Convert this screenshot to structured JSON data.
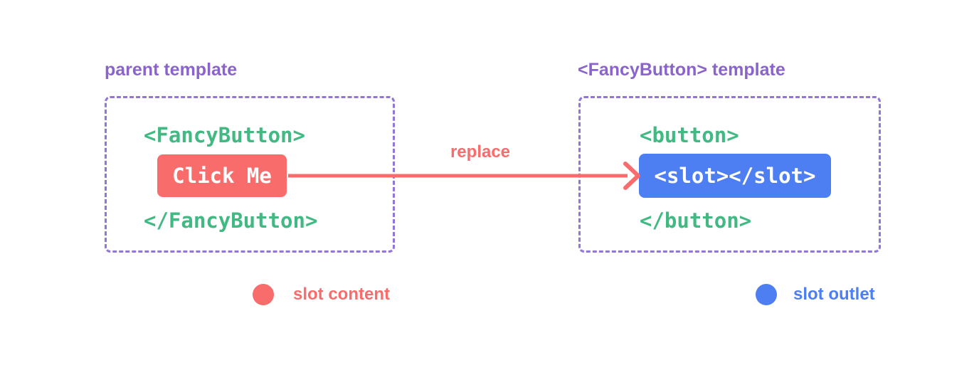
{
  "diagram": {
    "left": {
      "title": "parent template",
      "code_open": "<FancyButton>",
      "button_label": "Click Me",
      "code_close": "</FancyButton>"
    },
    "arrow": {
      "label": "replace"
    },
    "right": {
      "title": "<FancyButton> template",
      "code_open": "<button>",
      "slot_label": "<slot></slot>",
      "code_close": "</button>"
    },
    "legend": {
      "content_label": "slot content",
      "outlet_label": "slot outlet"
    },
    "colors": {
      "purple_text": "#8a63cb",
      "purple_border": "#9176d6",
      "code_green": "#42b883",
      "accent_red": "#f96c6c",
      "accent_blue": "#4d7ef2",
      "text_on_fill": "#ffffff",
      "background": "#ffffff"
    }
  }
}
